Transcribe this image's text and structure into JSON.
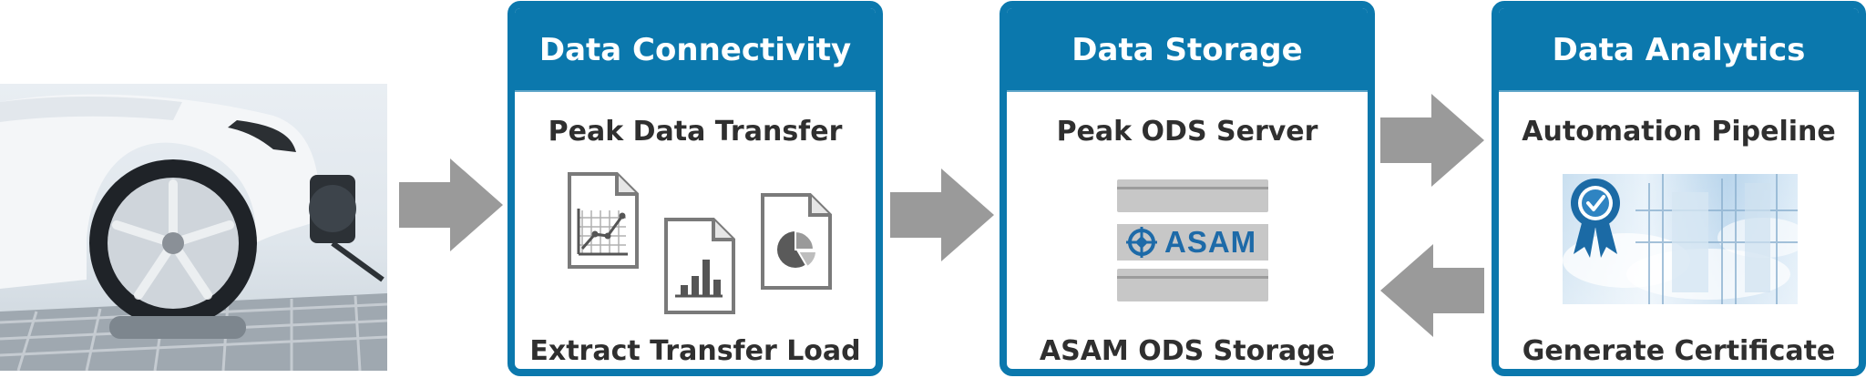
{
  "panels": {
    "connectivity": {
      "title": "Data Connectivity",
      "subtitle_top": "Peak Data Transfer",
      "subtitle_bottom": "Extract Transfer Load"
    },
    "storage": {
      "title": "Data Storage",
      "subtitle_top": "Peak ODS Server",
      "logo_text": "ASAM",
      "subtitle_bottom": "ASAM ODS Storage"
    },
    "analytics": {
      "title": "Data Analytics",
      "subtitle_top": "Automation Pipeline",
      "subtitle_bottom": "Generate Certificate"
    }
  },
  "icons": [
    "car-test-bench-photo",
    "line-chart-document-icon",
    "bar-chart-document-icon",
    "pie-chart-document-icon",
    "server-stack-icon",
    "asam-logo",
    "certificate-badge-icon"
  ],
  "colors": {
    "panel_blue": "#0b78ad",
    "arrow_grey": "#9a9a9a",
    "asam_blue": "#1d6aa8"
  }
}
